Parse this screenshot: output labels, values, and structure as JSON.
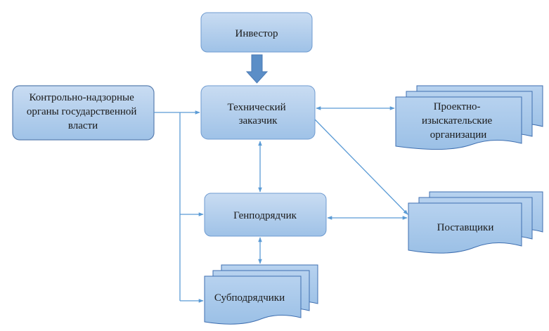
{
  "colors": {
    "box_top": "#c6d9f1",
    "box_bottom": "#9dc3e6",
    "box_stroke": "#5b8cc8",
    "arrow": "#5b9bd5",
    "down_arrow": "#5b8ec7"
  },
  "nodes": {
    "investor": {
      "label": "Инвестор"
    },
    "technical_customer": {
      "lines": [
        "Технический",
        "заказчик"
      ]
    },
    "control_bodies": {
      "lines": [
        "Контрольно-надзорные",
        "органы государственной",
        "власти"
      ]
    },
    "design_survey_orgs": {
      "lines": [
        "Проектно-",
        "изыскательские",
        "организации"
      ]
    },
    "general_contractor": {
      "label": "Генподрядчик"
    },
    "suppliers": {
      "label": "Поставщики"
    },
    "subcontractors": {
      "label": "Субподрядчики"
    }
  }
}
